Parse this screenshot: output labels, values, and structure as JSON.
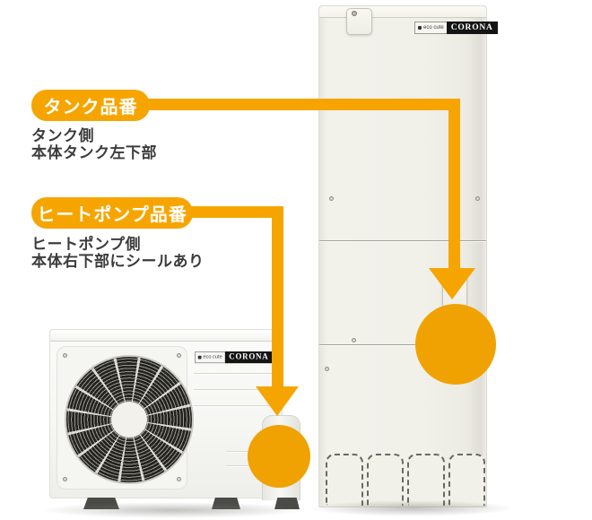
{
  "colors": {
    "accent_orange": "#f6a500",
    "circle_orange": "#f0a202",
    "text_dark": "#3c3c3c",
    "badge_black": "#141414",
    "tank_body": "#f1f0e9"
  },
  "badge": {
    "logo_text": "eco cute",
    "brand": "CORONA"
  },
  "callouts": {
    "tank": {
      "label": "タンク品番",
      "note_line1": "タンク側",
      "note_line2": "本体タンク左下部"
    },
    "heatpump": {
      "label": "ヒートポンプ品番",
      "note_line1": "ヒートポンプ側",
      "note_line2": "本体右下部にシールあり"
    }
  }
}
